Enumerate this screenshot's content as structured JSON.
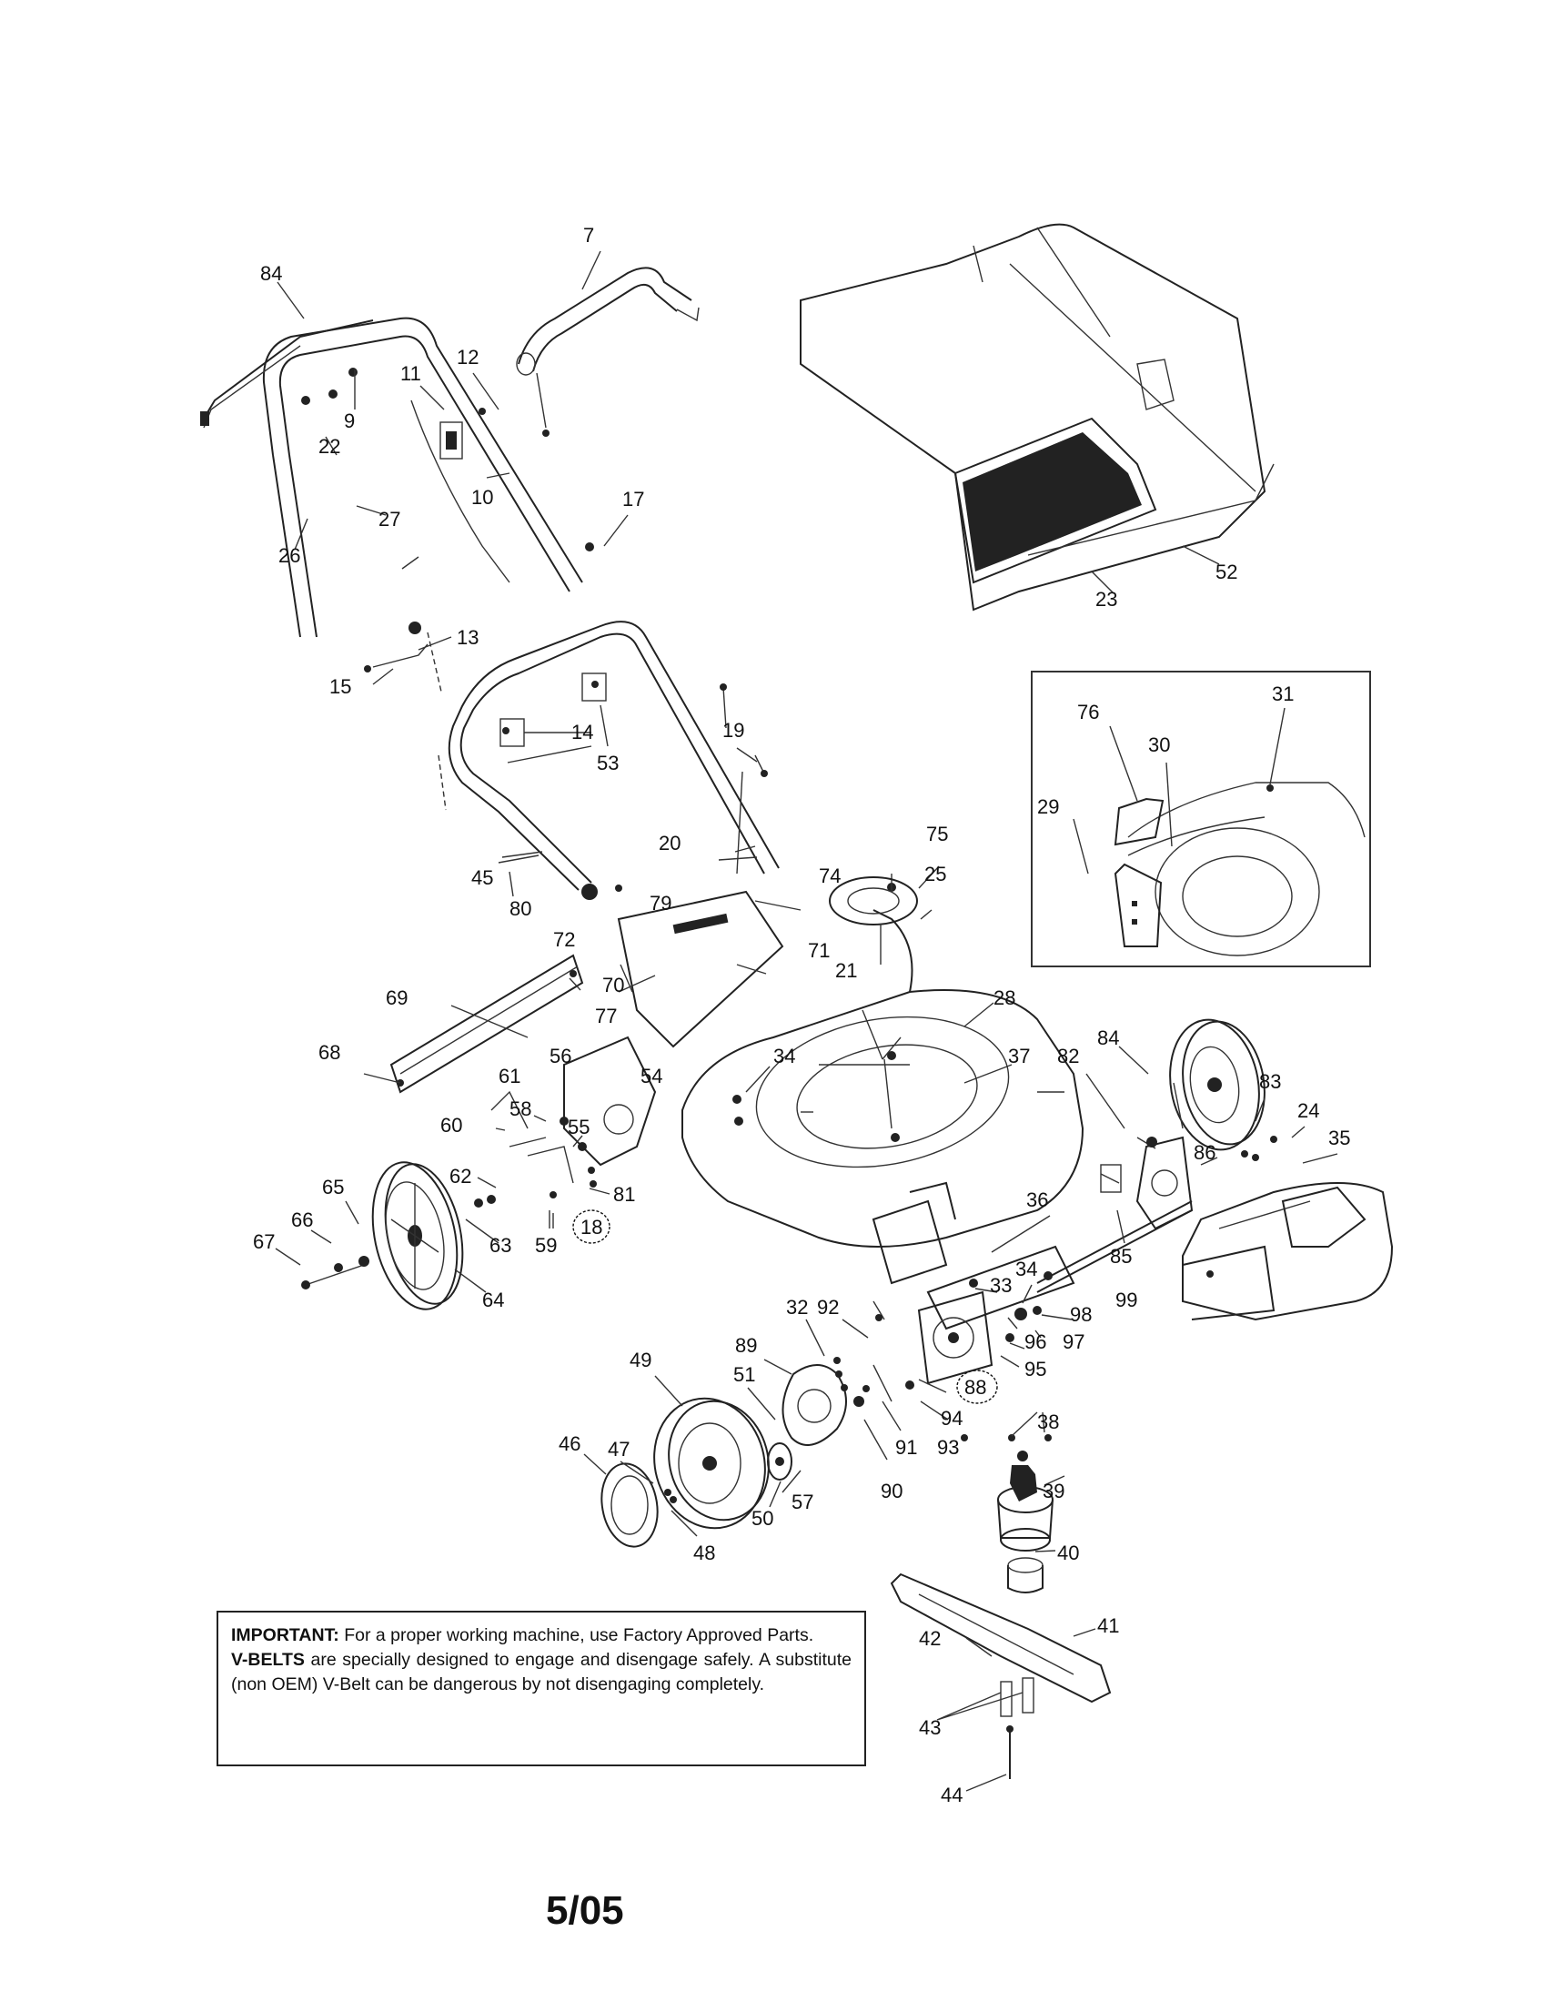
{
  "notice": {
    "important_heading": "IMPORTANT:",
    "important_text": "For a proper working machine, use Factory Approved Parts.",
    "vbelts_heading": "V-BELTS",
    "vbelts_text": "are specially designed to engage and disengage safely. A substitute (non OEM) V-Belt can be dangerous by not disengaging completely."
  },
  "date_code": "5/05",
  "part_numbers": {
    "p84a": "84",
    "p7": "7",
    "p12": "12",
    "p11": "11",
    "p9": "9",
    "p22": "22",
    "p27": "27",
    "p26": "26",
    "p10": "10",
    "p17": "17",
    "p13": "13",
    "p15": "15",
    "p14": "14",
    "p19": "19",
    "p53": "53",
    "p45": "45",
    "p20": "20",
    "p75": "75",
    "p74": "74",
    "p25": "25",
    "p80": "80",
    "p79": "79",
    "p72": "72",
    "p71": "71",
    "p70": "70",
    "p77": "77",
    "p69": "69",
    "p68": "68",
    "p21": "21",
    "p28": "28",
    "p56": "56",
    "p61": "61",
    "p34a": "34",
    "p54": "54",
    "p37": "37",
    "p58": "58",
    "p60": "60",
    "p55": "55",
    "p62": "62",
    "p81": "81",
    "p18": "18",
    "p65": "65",
    "p66": "66",
    "p67": "67",
    "p63": "63",
    "p59": "59",
    "p64": "64",
    "p84b": "84",
    "p82": "82",
    "p83": "83",
    "p24": "24",
    "p35": "35",
    "p86": "86",
    "p36": "36",
    "p85": "85",
    "p34b": "34",
    "p33": "33",
    "p92": "92",
    "p32": "32",
    "p89": "89",
    "p98": "98",
    "p99": "99",
    "p96": "96",
    "p97": "97",
    "p49": "49",
    "p51": "51",
    "p95": "95",
    "p88": "88",
    "p94": "94",
    "p93": "93",
    "p91": "91",
    "p38": "38",
    "p46": "46",
    "p47": "47",
    "p57": "57",
    "p90": "90",
    "p39": "39",
    "p50": "50",
    "p48": "48",
    "p40": "40",
    "p41": "41",
    "p42": "42",
    "p43": "43",
    "p44": "44",
    "p52": "52",
    "p23": "23",
    "p76": "76",
    "p30": "30",
    "p31": "31",
    "p29": "29"
  }
}
